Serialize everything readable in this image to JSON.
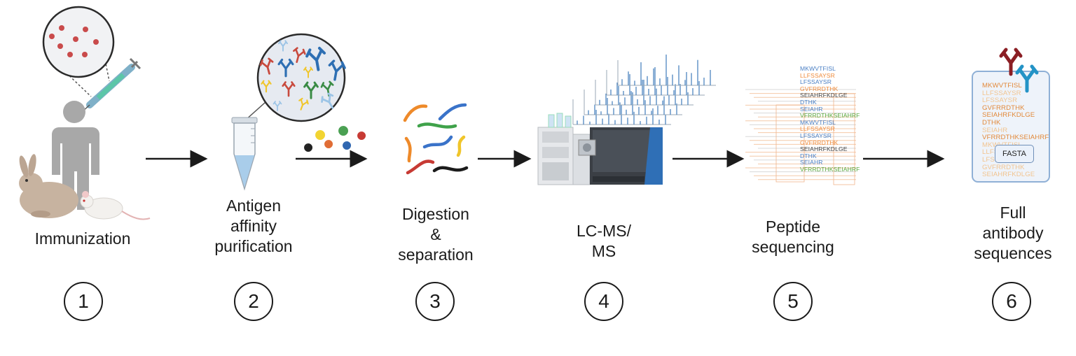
{
  "steps": [
    {
      "number": "1",
      "label": "Immunization"
    },
    {
      "number": "2",
      "label": "Antigen\naffinity\npurification"
    },
    {
      "number": "3",
      "label": "Digestion\n&\nseparation"
    },
    {
      "number": "4",
      "label": "LC-MS/\nMS"
    },
    {
      "number": "5",
      "label": "Peptide\nsequencing"
    },
    {
      "number": "6",
      "label": "Full\nantibody\nsequences"
    }
  ],
  "peptides_step5": [
    {
      "text": "MKWVTFISL",
      "color": "#4a7fc4"
    },
    {
      "text": "LLFSSAYSR",
      "color": "#ee8a3a"
    },
    {
      "text": "LFSSAYSR",
      "color": "#4a7fc4"
    },
    {
      "text": "GVFRRDTHK",
      "color": "#ee8a3a"
    },
    {
      "text": "SEIAHRFKDLGE",
      "color": "#444444"
    },
    {
      "text": "DTHK",
      "color": "#4a7fc4"
    },
    {
      "text": "SEIAHR",
      "color": "#4a7fc4"
    },
    {
      "text": "VFRRDTHKSEIAHRF",
      "color": "#5aa840"
    },
    {
      "text": "MKWVTFISL",
      "color": "#4a7fc4"
    },
    {
      "text": "LLFSSAYSR",
      "color": "#ee8a3a"
    },
    {
      "text": "LFSSAYSR",
      "color": "#4a7fc4"
    },
    {
      "text": "GVFRRDTHK",
      "color": "#ee8a3a"
    },
    {
      "text": "SEIAHRFKDLGE",
      "color": "#444444"
    },
    {
      "text": "DTHK",
      "color": "#4a7fc4"
    },
    {
      "text": "SEIAHR",
      "color": "#4a7fc4"
    },
    {
      "text": "VFRRDTHKSEIAHRF",
      "color": "#5aa840"
    }
  ],
  "peptides_step6": [
    {
      "text": "MKWVTFISL",
      "color": "#e2893a"
    },
    {
      "text": "LLFSSAYSR",
      "color": "#f2c48f"
    },
    {
      "text": "LFSSAYSR",
      "color": "#f2c48f"
    },
    {
      "text": "GVFRRDTHK",
      "color": "#e2893a"
    },
    {
      "text": "SEIAHRFKDLGE",
      "color": "#e2893a"
    },
    {
      "text": "DTHK",
      "color": "#e2893a"
    },
    {
      "text": "SEIAHR",
      "color": "#f2c48f"
    },
    {
      "text": "VFRRDTHKSEIAHRF",
      "color": "#e2893a"
    },
    {
      "text": "MKWVTFISL",
      "color": "#f2c48f"
    },
    {
      "text": "LLFSSAYSR",
      "color": "#f2c48f"
    },
    {
      "text": "LFSSAYSR",
      "color": "#f2c48f"
    },
    {
      "text": "GVFRRDTHK",
      "color": "#f2c48f"
    },
    {
      "text": "SEIAHRFKDLGE",
      "color": "#f2c48f"
    }
  ],
  "fasta_label": "FASTA",
  "colors": {
    "arrow": "#1b1b1b",
    "text": "#1b1b1b",
    "person": "#a8a8a8",
    "tube_liquid": "#a9cdea"
  }
}
